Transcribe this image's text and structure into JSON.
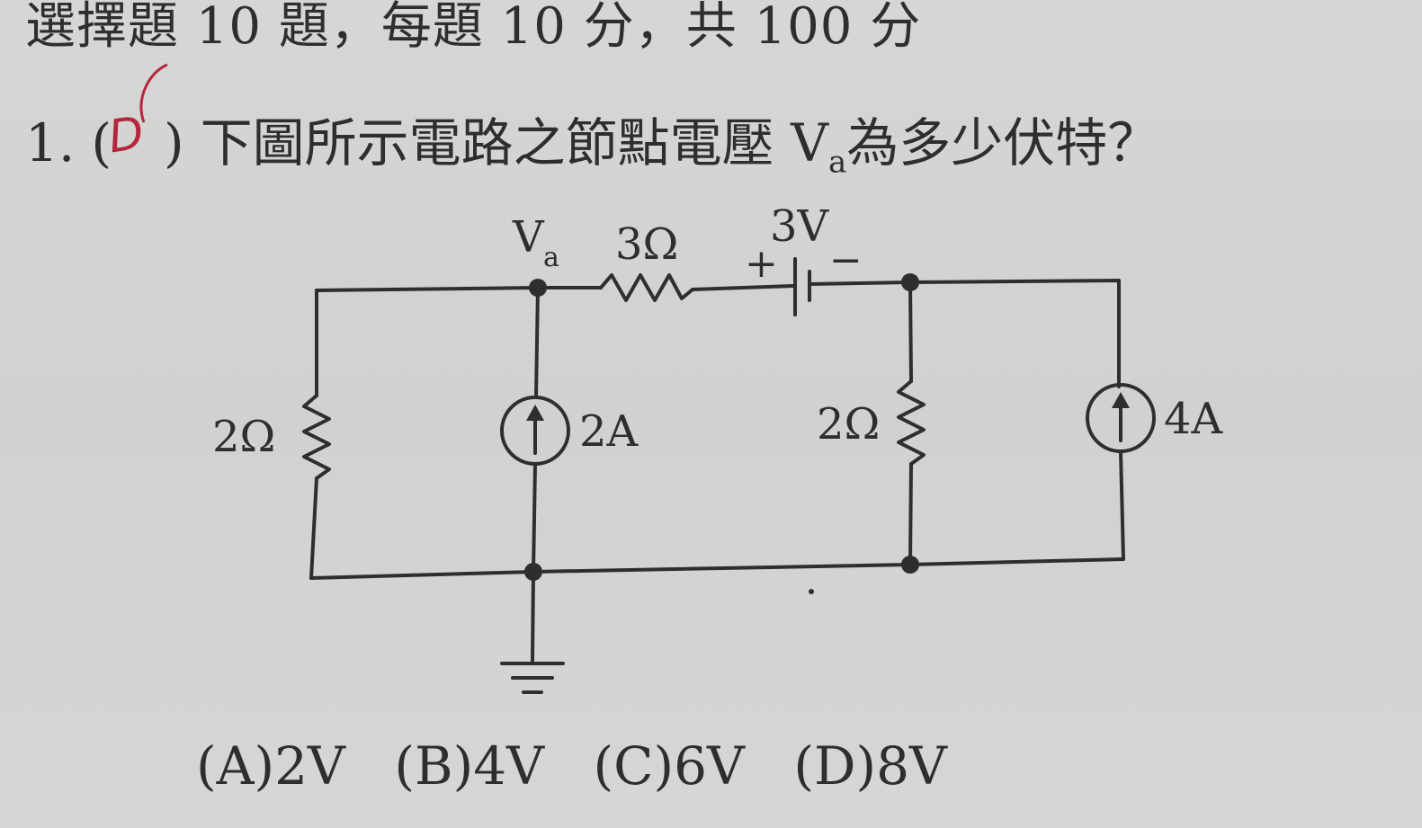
{
  "header": {
    "text": "選擇題 10 題，每題 10 分，共 100 分"
  },
  "question": {
    "number": "1.",
    "paren_open": "(",
    "answer_mark": "D",
    "paren_close": ")",
    "text_before": "下圖所示電路之節點電壓 V",
    "subscript": "a",
    "text_after": "為多少伏特？"
  },
  "circuit": {
    "node_label": "V",
    "node_label_sub": "a",
    "series_resistor": "3Ω",
    "voltage_source": "3V",
    "plus_sign": "+",
    "minus_sign": "−",
    "left_resistor": "2Ω",
    "current_source_1": "2A",
    "right_resistor": "2Ω",
    "current_source_2": "4A"
  },
  "options": {
    "a": "(A)2V",
    "b": "(B)4V",
    "c": "(C)6V",
    "d": "(D)8V"
  },
  "colors": {
    "ink": "#2e2e2e",
    "paper": "#d4d4d2",
    "correction_red": "#b3263b"
  }
}
